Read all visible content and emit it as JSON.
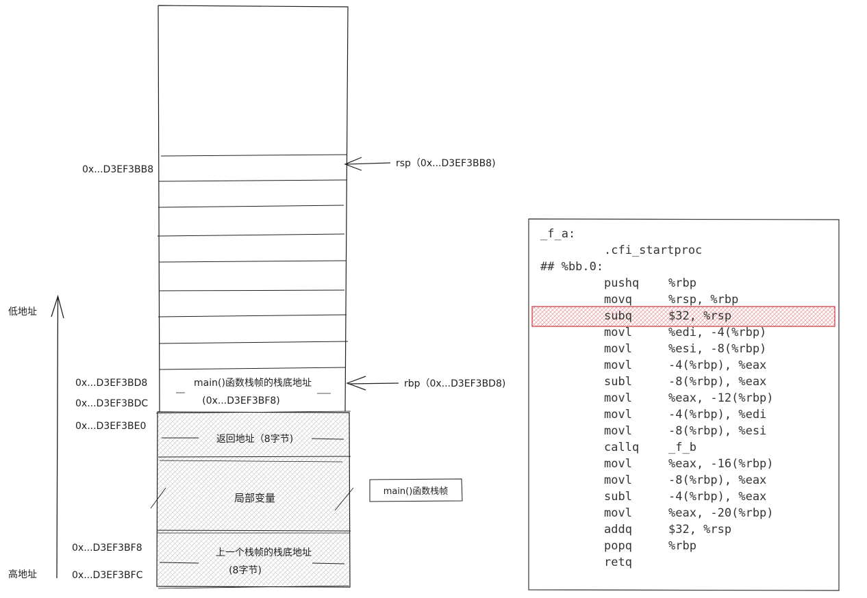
{
  "axis": {
    "low_label": "低地址",
    "high_label": "高地址"
  },
  "addresses": {
    "rsp_row": "0x...D3EF3BB8",
    "rbp_row": "0x...D3EF3BD8",
    "row_bdc": "0x...D3EF3BDC",
    "row_be0": "0x...D3EF3BE0",
    "row_bf8": "0x...D3EF3BF8",
    "row_bfc": "0x...D3EF3BFC"
  },
  "pointers": {
    "rsp": "rsp（0x...D3EF3BB8)",
    "rbp": "rbp（0x...D3EF3BD8)"
  },
  "cells": {
    "saved_rbp_line1": "main()函数栈帧的栈底地址",
    "saved_rbp_line2": "(0x...D3EF3BF8)",
    "return_address": "返回地址（8字节)",
    "locals": "局部变量",
    "prev_frame_line1": "上一个栈帧的栈底地址",
    "prev_frame_line2": "(8字节)"
  },
  "frame_label": "main()函数栈帧",
  "code": {
    "highlight_line": 5,
    "lines": [
      {
        "indent": false,
        "op": "_f_a:",
        "args": ""
      },
      {
        "indent": true,
        "op": ".cfi_startproc",
        "args": ""
      },
      {
        "indent": false,
        "op": "## %bb.0:",
        "args": ""
      },
      {
        "indent": true,
        "op": "pushq",
        "args": "%rbp"
      },
      {
        "indent": true,
        "op": "movq",
        "args": "%rsp, %rbp"
      },
      {
        "indent": true,
        "op": "subq",
        "args": "$32, %rsp"
      },
      {
        "indent": true,
        "op": "movl",
        "args": "%edi, -4(%rbp)"
      },
      {
        "indent": true,
        "op": "movl",
        "args": "%esi, -8(%rbp)"
      },
      {
        "indent": true,
        "op": "movl",
        "args": "-4(%rbp), %eax"
      },
      {
        "indent": true,
        "op": "subl",
        "args": "-8(%rbp), %eax"
      },
      {
        "indent": true,
        "op": "movl",
        "args": "%eax, -12(%rbp)"
      },
      {
        "indent": true,
        "op": "movl",
        "args": "-4(%rbp), %edi"
      },
      {
        "indent": true,
        "op": "movl",
        "args": "-8(%rbp), %esi"
      },
      {
        "indent": true,
        "op": "callq",
        "args": "_f_b"
      },
      {
        "indent": true,
        "op": "movl",
        "args": "%eax, -16(%rbp)"
      },
      {
        "indent": true,
        "op": "movl",
        "args": "-8(%rbp), %eax"
      },
      {
        "indent": true,
        "op": "subl",
        "args": "-4(%rbp), %eax"
      },
      {
        "indent": true,
        "op": "movl",
        "args": "%eax, -20(%rbp)"
      },
      {
        "indent": true,
        "op": "addq",
        "args": "$32, %rsp"
      },
      {
        "indent": true,
        "op": "popq",
        "args": "%rbp"
      },
      {
        "indent": true,
        "op": "retq",
        "args": ""
      }
    ]
  }
}
